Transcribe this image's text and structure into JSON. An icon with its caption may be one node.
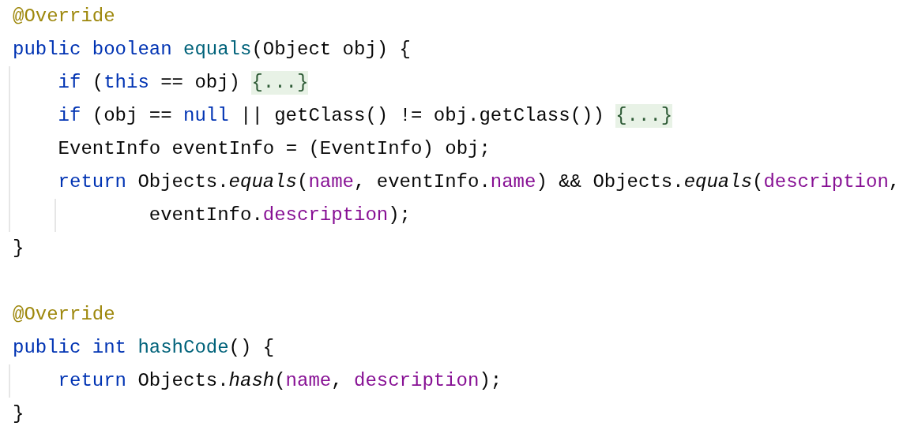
{
  "diagram": {
    "labels": [
      "@Override",
      "public boolean",
      "equals",
      "(Object obj) {",
      "if",
      "(",
      "this",
      "== obj)",
      "{...}",
      "if",
      "(obj ==",
      "null",
      "|| getClass() != obj.getClass())",
      "{...}",
      "EventInfo eventInfo = (EventInfo) obj;",
      "return",
      "Objects.*equals*(",
      "name",
      ", eventInfo.",
      "name",
      ") && Objects.*equals*(",
      "description",
      ",",
      "eventInfo.",
      "description",
      ");",
      "}",
      "@Override",
      "public int",
      "hashCode",
      "() {",
      "return",
      "Objects.*hash*(",
      "name",
      ", ",
      "description",
      ");",
      "}"
    ]
  }
}
